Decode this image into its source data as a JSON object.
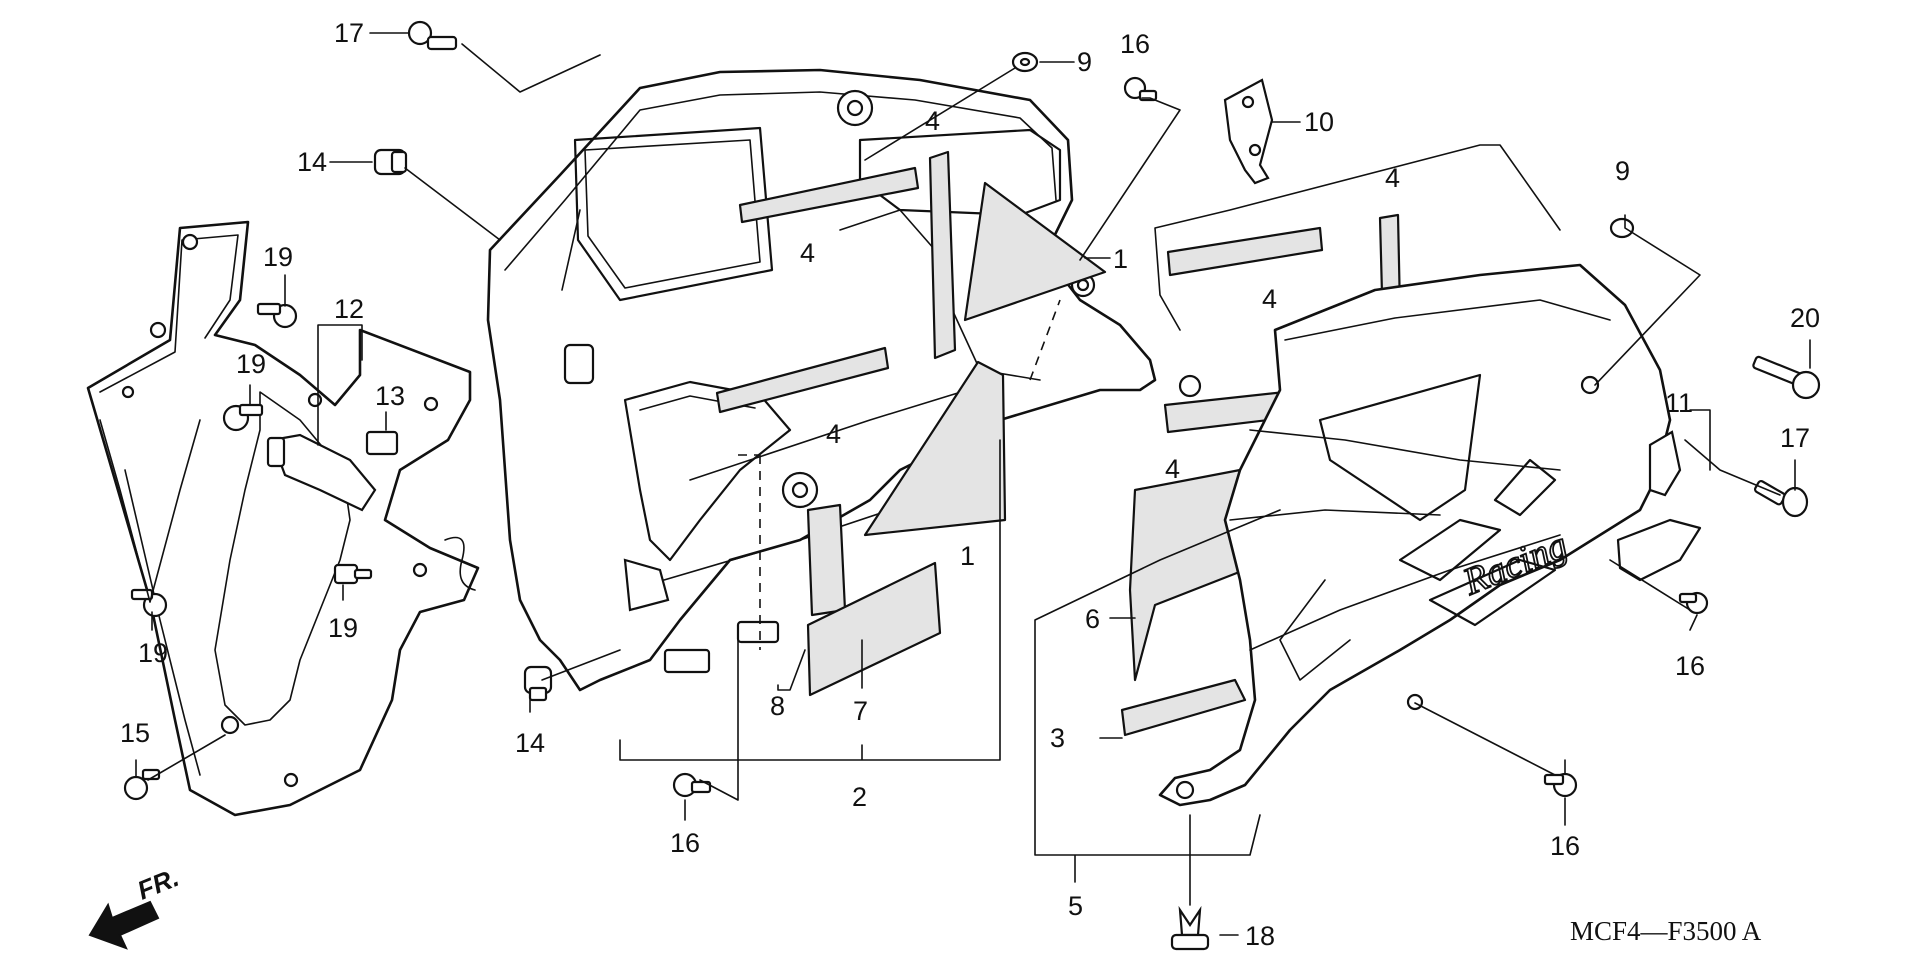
{
  "diagram": {
    "drawing_code": "MCF4—F3500 A",
    "direction_label": "FR.",
    "panel_text": "Racing",
    "callouts": [
      {
        "id": "c17a",
        "text": "17"
      },
      {
        "id": "c9a",
        "text": "9"
      },
      {
        "id": "c16a",
        "text": "16"
      },
      {
        "id": "c10",
        "text": "10"
      },
      {
        "id": "c14a",
        "text": "14"
      },
      {
        "id": "c4a",
        "text": "4"
      },
      {
        "id": "c4b",
        "text": "4"
      },
      {
        "id": "c1a",
        "text": "1"
      },
      {
        "id": "c4c",
        "text": "4"
      },
      {
        "id": "c4d",
        "text": "4"
      },
      {
        "id": "c4e",
        "text": "4"
      },
      {
        "id": "c9b",
        "text": "9"
      },
      {
        "id": "c20",
        "text": "20"
      },
      {
        "id": "c11",
        "text": "11"
      },
      {
        "id": "c17b",
        "text": "17"
      },
      {
        "id": "c4f",
        "text": "4"
      },
      {
        "id": "c19a",
        "text": "19"
      },
      {
        "id": "c12",
        "text": "12"
      },
      {
        "id": "c13",
        "text": "13"
      },
      {
        "id": "c19b",
        "text": "19"
      },
      {
        "id": "c1b",
        "text": "1"
      },
      {
        "id": "c6",
        "text": "6"
      },
      {
        "id": "c16b",
        "text": "16"
      },
      {
        "id": "c19c",
        "text": "19"
      },
      {
        "id": "c19d",
        "text": "19"
      },
      {
        "id": "c8",
        "text": "8"
      },
      {
        "id": "c7",
        "text": "7"
      },
      {
        "id": "c3",
        "text": "3"
      },
      {
        "id": "c14b",
        "text": "14"
      },
      {
        "id": "c15",
        "text": "15"
      },
      {
        "id": "c2",
        "text": "2"
      },
      {
        "id": "c16c",
        "text": "16"
      },
      {
        "id": "c16d",
        "text": "16"
      },
      {
        "id": "c5",
        "text": "5"
      },
      {
        "id": "c18",
        "text": "18"
      }
    ]
  }
}
